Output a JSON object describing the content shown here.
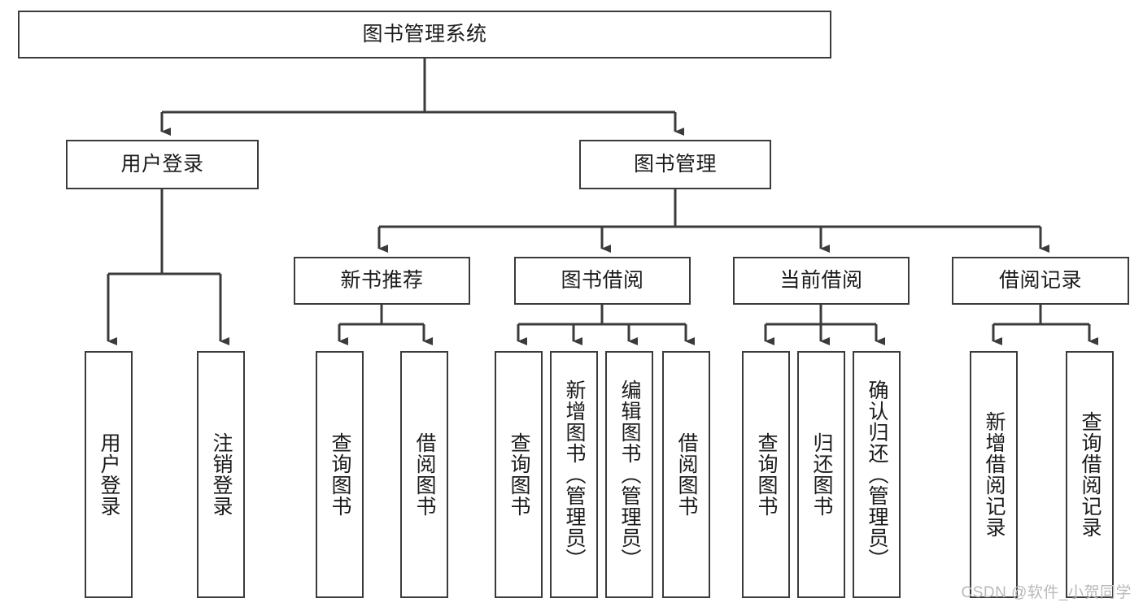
{
  "diagram": {
    "title": "图书管理系统",
    "type": "tree-hierarchy",
    "root": {
      "label": "图书管理系统"
    },
    "level2": [
      {
        "id": "user-login",
        "label": "用户登录"
      },
      {
        "id": "book-manage",
        "label": "图书管理"
      }
    ],
    "level3": [
      {
        "id": "new-book-recommend",
        "label": "新书推荐",
        "parent": "book-manage"
      },
      {
        "id": "book-borrow",
        "label": "图书借阅",
        "parent": "book-manage"
      },
      {
        "id": "current-borrow",
        "label": "当前借阅",
        "parent": "book-manage"
      },
      {
        "id": "borrow-record",
        "label": "借阅记录",
        "parent": "book-manage"
      }
    ],
    "leaves": [
      {
        "id": "leaf-user-login",
        "label": "用户登录",
        "parent": "user-login"
      },
      {
        "id": "leaf-logout-login",
        "label": "注销登录",
        "parent": "user-login"
      },
      {
        "id": "leaf-query-book-1",
        "label": "查询图书",
        "parent": "new-book-recommend"
      },
      {
        "id": "leaf-borrow-book-1",
        "label": "借阅图书",
        "parent": "new-book-recommend"
      },
      {
        "id": "leaf-query-book-2",
        "label": "查询图书",
        "parent": "book-borrow"
      },
      {
        "id": "leaf-add-book",
        "label": "新增图书（管理员）",
        "parent": "book-borrow"
      },
      {
        "id": "leaf-edit-book",
        "label": "编辑图书（管理员）",
        "parent": "book-borrow"
      },
      {
        "id": "leaf-borrow-book-2",
        "label": "借阅图书",
        "parent": "book-borrow"
      },
      {
        "id": "leaf-query-book-3",
        "label": "查询图书",
        "parent": "current-borrow"
      },
      {
        "id": "leaf-return-book",
        "label": "归还图书",
        "parent": "current-borrow"
      },
      {
        "id": "leaf-confirm-return",
        "label": "确认归还（管理员）",
        "parent": "current-borrow"
      },
      {
        "id": "leaf-add-record",
        "label": "新增借阅记录",
        "parent": "borrow-record"
      },
      {
        "id": "leaf-query-record",
        "label": "查询借阅记录",
        "parent": "borrow-record"
      }
    ],
    "colors": {
      "stroke": "#3b3b3b",
      "fill": "#ffffff",
      "text": "#1b1b1b",
      "watermark": "#b9b9b9"
    }
  },
  "watermark": {
    "text": "CSDN @软件_小贺同学"
  }
}
